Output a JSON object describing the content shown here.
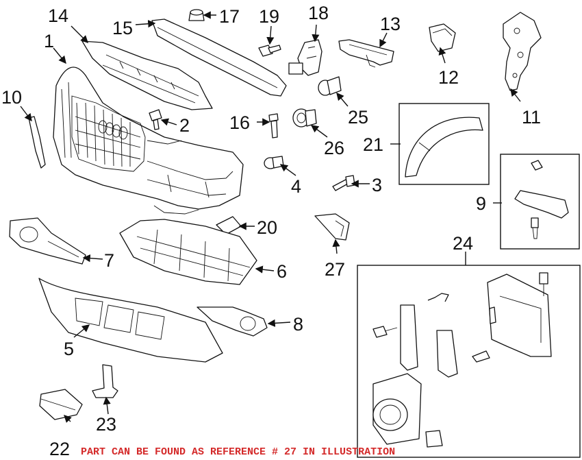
{
  "callouts": {
    "n1": "1",
    "n2": "2",
    "n3": "3",
    "n4": "4",
    "n5": "5",
    "n6": "6",
    "n7": "7",
    "n8": "8",
    "n9": "9",
    "n10": "10",
    "n11": "11",
    "n12": "12",
    "n13": "13",
    "n14": "14",
    "n15": "15",
    "n16": "16",
    "n17": "17",
    "n18": "18",
    "n19": "19",
    "n20": "20",
    "n21": "21",
    "n22": "22",
    "n23": "23",
    "n24": "24",
    "n25": "25",
    "n26": "26",
    "n27": "27"
  },
  "note": "PART CAN BE FOUND AS REFERENCE # 27 IN ILLUSTRATION",
  "colors": {
    "note_text": "#d42a2a",
    "line": "#111111",
    "background": "#ffffff"
  }
}
